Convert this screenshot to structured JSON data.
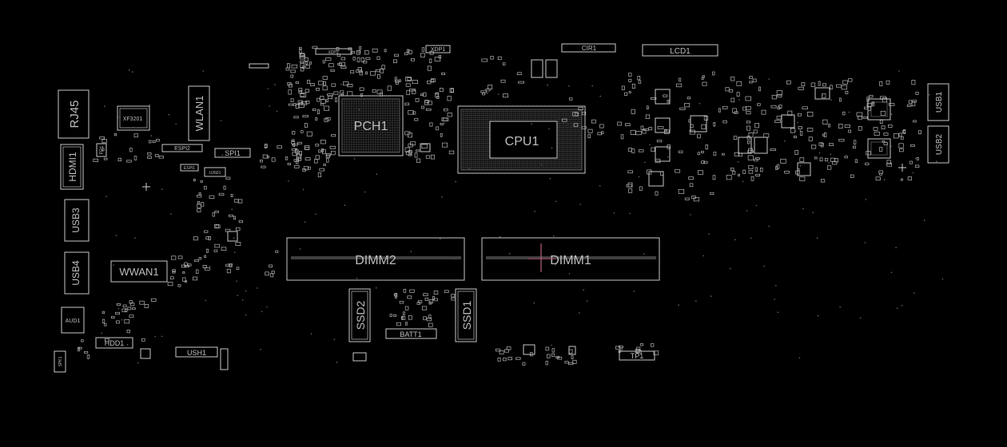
{
  "viewer": {
    "background": "#000000",
    "outline_color": "#c8c8c8",
    "marker_color": "#b0607a"
  },
  "components": {
    "rj45": "RJ45",
    "xf3201": "XF3201",
    "wlan1": "WLAN1",
    "hdmi1": "HDMI1",
    "fp1": "FP1",
    "espi2": "ESPI2",
    "espi1": "ESPI1",
    "spi1": "SPI1",
    "u2601": "U2601",
    "usb3": "USB3",
    "usb4": "USB4",
    "wwan1": "WWAN1",
    "aud1": "AUD1",
    "hdd1": "HDD1",
    "spk1": "SPK1",
    "ush1": "USH1",
    "pch1": "PCH1",
    "xdp2": "XDP2",
    "xdp1": "XDP1",
    "cpu1": "CPU1",
    "cir1": "CIR1",
    "lcd1": "LCD1",
    "usb1": "USB1",
    "usb2": "USB2",
    "dimm2": "DIMM2",
    "dimm1": "DIMM1",
    "ssd2": "SSD2",
    "ssd1": "SSD1",
    "batt1": "BATT1",
    "tp1": "TP1"
  }
}
